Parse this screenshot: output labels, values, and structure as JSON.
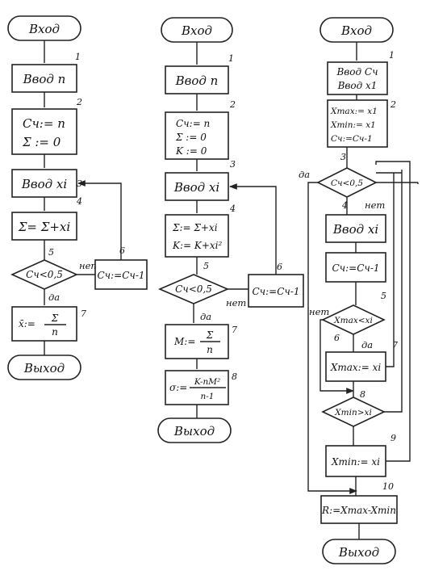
{
  "c1": {
    "start": "Вход",
    "b1": "Ввод n",
    "b2": [
      "Cч:= n",
      "Σ := 0"
    ],
    "b3": "Ввод xi",
    "b4": "Σ= Σ+xi",
    "d5": "Cч<0,5",
    "b6": "Cч:=Cч-1",
    "b7": "x̄:= Σ/n",
    "end": "Выход",
    "yes": "да",
    "no": "нет",
    "n": [
      "1",
      "2",
      "3",
      "4",
      "5",
      "6",
      "7"
    ]
  },
  "c2": {
    "start": "Вход",
    "b1": "Ввод n",
    "b2": [
      "Cч:= n",
      "Σ := 0",
      "K := 0"
    ],
    "b3": "Ввод xi",
    "b4": [
      "Σ:= Σ+xi",
      "K:= K+xi²"
    ],
    "d5": "Cч<0,5",
    "b6": "Cч:=Cч-1",
    "b7": "M:= Σ/n",
    "b8": "σ:=(K-nM²)/(n-1)",
    "end": "Выход",
    "yes": "да",
    "no": "нет",
    "n": [
      "1",
      "2",
      "3",
      "4",
      "5",
      "6",
      "7",
      "8"
    ]
  },
  "c3": {
    "start": "Вход",
    "b1": [
      "Ввод Cч",
      "Ввод x1"
    ],
    "b2": [
      "Xmax:= x1",
      "Xmin:= x1",
      "Cч:=Cч-1"
    ],
    "d3": "Cч<0,5",
    "b4": "Ввод xi",
    "b4b": "Cч:=Cч-1",
    "d5": "Xmax<xi",
    "b6": "Xmax:= xi",
    "d8": "Xmin>xi",
    "b9": "Xmin:= xi",
    "b10": "R:=Xmax-Xmin",
    "end": "Выход",
    "yes": "да",
    "no": "нет",
    "n": [
      "1",
      "2",
      "3",
      "4",
      "5",
      "6",
      "7",
      "8",
      "9",
      "10"
    ]
  }
}
